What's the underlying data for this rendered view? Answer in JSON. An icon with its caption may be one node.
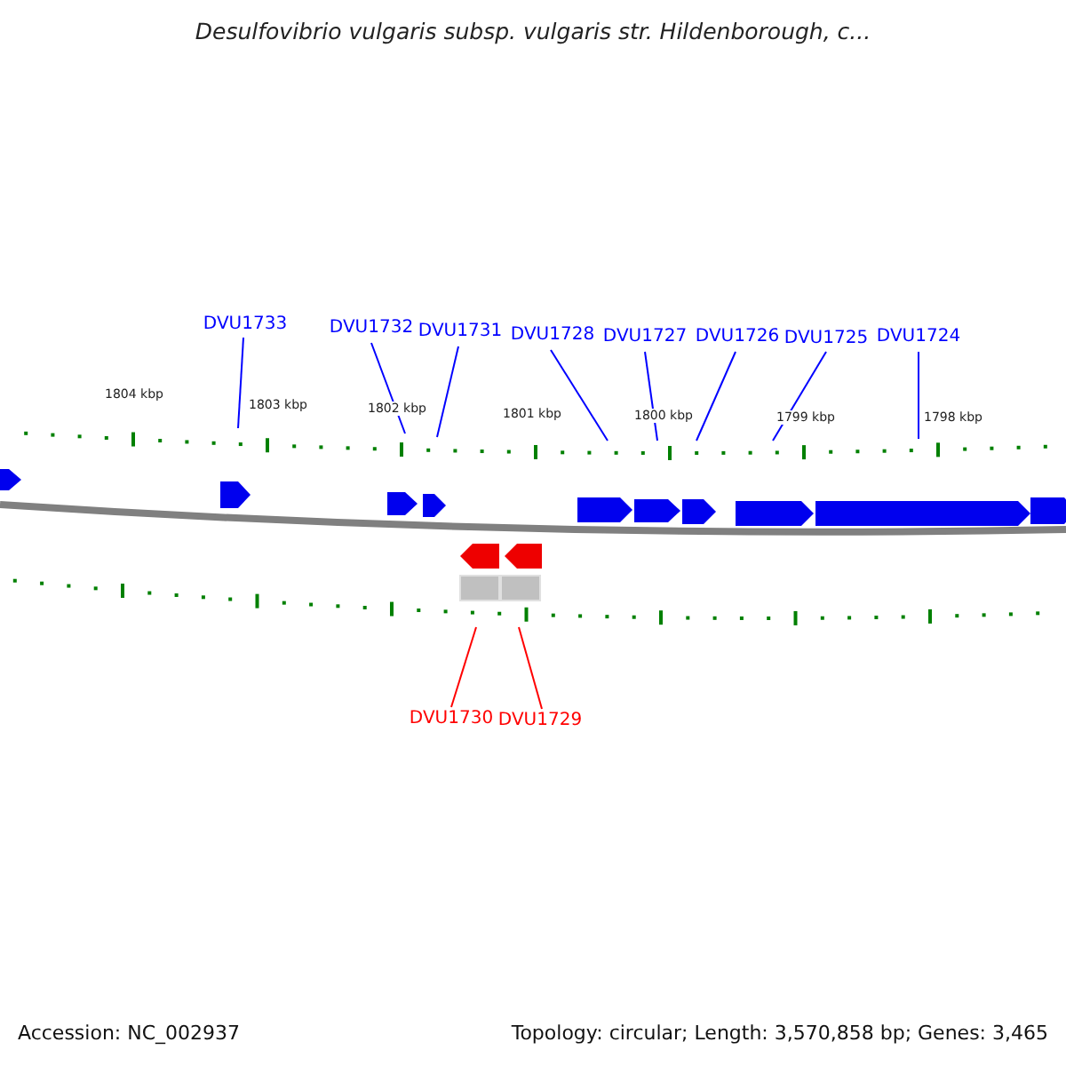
{
  "diagram": {
    "title": "Desulfovibrio vulgaris subsp. vulgaris str. Hildenborough, c...",
    "nodes": [
      {
        "text": [
          "DVU1733"
        ]
      },
      {
        "text": [
          "DVU1732"
        ]
      },
      {
        "text": [
          "DVU1731"
        ]
      },
      {
        "text": [
          "DVU1728"
        ]
      },
      {
        "text": [
          "DVU1727"
        ]
      },
      {
        "text": [
          "DVU1726"
        ]
      },
      {
        "text": [
          "DVU1725"
        ]
      },
      {
        "text": [
          "DVU1724"
        ]
      },
      {
        "text": [
          "DVU1730"
        ]
      },
      {
        "text": [
          "DVU1729"
        ]
      }
    ],
    "edges": [
      {
        "from": 0,
        "to": null,
        "arrow": "none"
      },
      {
        "from": 1,
        "to": null,
        "arrow": "none"
      },
      {
        "from": 2,
        "to": null,
        "arrow": "none"
      },
      {
        "from": 3,
        "to": null,
        "arrow": "none"
      },
      {
        "from": 4,
        "to": null,
        "arrow": "none"
      },
      {
        "from": 5,
        "to": null,
        "arrow": "none"
      },
      {
        "from": 6,
        "to": null,
        "arrow": "none"
      },
      {
        "from": 7,
        "to": null,
        "arrow": "none"
      },
      {
        "from": 8,
        "to": null,
        "arrow": "none",
        "color": "#ff0000"
      },
      {
        "from": 9,
        "to": null,
        "arrow": "none",
        "color": "#ff0000"
      }
    ],
    "labels": [
      "1804 kbp",
      "1803 kbp",
      "1802 kbp",
      "1801 kbp",
      "1800 kbp",
      "1799 kbp",
      "1798 kbp",
      "Accession: NC_002937",
      "Topology: circular; Length: 3,570,858 bp; Genes: 3,465"
    ]
  }
}
